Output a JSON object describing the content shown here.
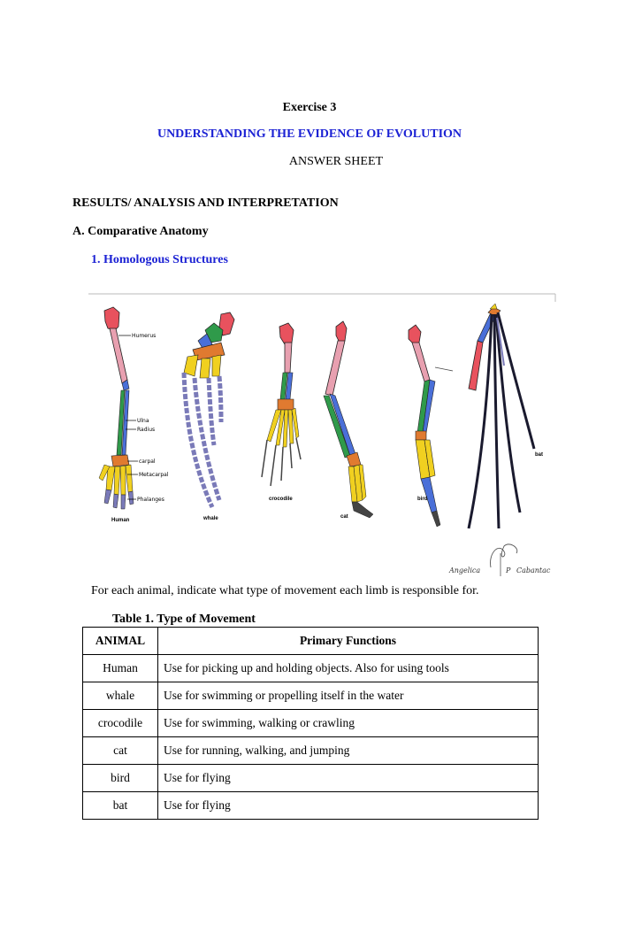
{
  "header": {
    "exercise": "Exercise 3",
    "title": "UNDERSTANDING THE EVIDENCE OF EVOLUTION",
    "subtitle": "ANSWER SHEET"
  },
  "section": {
    "results": "RESULTS/ ANALYSIS AND INTERPRETATION",
    "part_a": "A. Comparative Anatomy",
    "item_1": "1. Homologous Structures"
  },
  "figure": {
    "animals": [
      "Human",
      "whale",
      "crocodile",
      "cat",
      "bird",
      "bat"
    ],
    "bone_labels": [
      "Humerus",
      "Ulna",
      "Radius",
      "carpal",
      "Metacarpal",
      "Phalanges"
    ],
    "signature_first": "Angelica",
    "signature_initial": "P",
    "signature_last": "Cabantac"
  },
  "instruction": "For each animal, indicate what type of movement each limb is responsible for.",
  "table": {
    "caption": "Table 1. Type of Movement",
    "headers": [
      "ANIMAL",
      "Primary Functions"
    ],
    "rows": [
      {
        "animal": "Human",
        "function": "Use for picking up and holding objects. Also for using tools"
      },
      {
        "animal": "whale",
        "function": "Use for swimming or propelling itself in the water"
      },
      {
        "animal": "crocodile",
        "function": "Use for swimming, walking or crawling"
      },
      {
        "animal": "cat",
        "function": "Use for running, walking, and jumping"
      },
      {
        "animal": "bird",
        "function": "Use for flying"
      },
      {
        "animal": "bat",
        "function": "Use for flying"
      }
    ]
  },
  "colors": {
    "heading_blue": "#1c22d4",
    "humerus": "#e8525e",
    "radius_ulna_blue": "#4a6fd8",
    "ulna_green": "#2f9a4a",
    "carpal": "#e07a30",
    "metacarpal": "#f0d020",
    "phalanges": "#7a7ab8"
  }
}
